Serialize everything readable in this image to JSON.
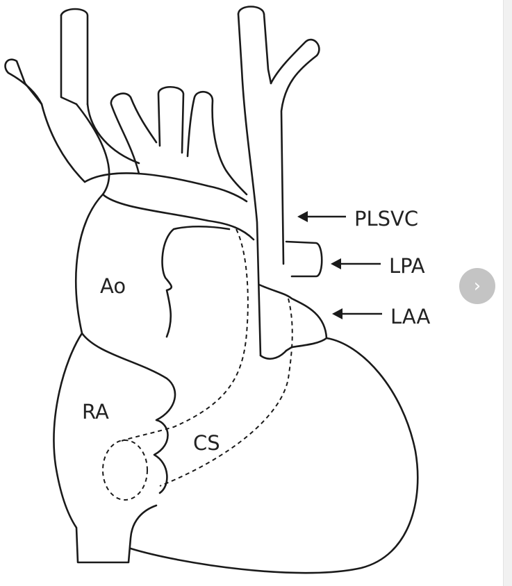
{
  "diagram": {
    "labels": {
      "ao": "Ao",
      "ra": "RA",
      "cs": "CS",
      "plsvc": "PLSVC",
      "lpa": "LPA",
      "laa": "LAA"
    }
  },
  "viewer": {
    "next_icon_glyph": "›"
  }
}
